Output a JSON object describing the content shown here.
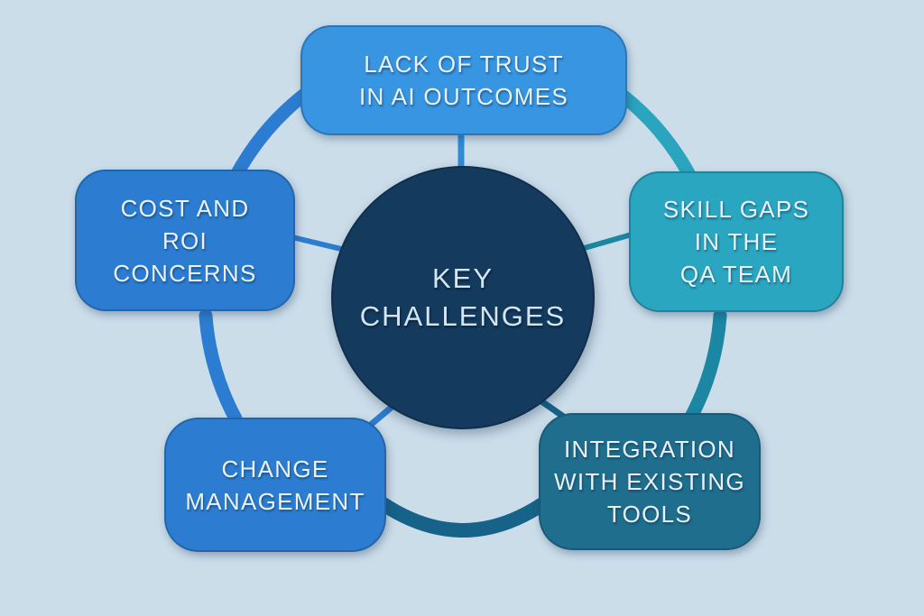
{
  "diagram": {
    "background_color": "#cbdde9",
    "label_text_color": "#e9f2f9",
    "hub": {
      "lines": [
        "KEY",
        "CHALLENGES"
      ],
      "color": "#143a5d",
      "text_color": "#d2e6f4"
    },
    "nodes": {
      "top": {
        "lines": [
          "LACK OF TRUST",
          "IN AI OUTCOMES"
        ],
        "color": "#3795e2"
      },
      "right": {
        "lines": [
          "SKILL GAPS",
          "IN THE",
          "QA TEAM"
        ],
        "color": "#2ba6c1"
      },
      "bottom_right": {
        "lines": [
          "INTEGRATION",
          "WITH EXISTING",
          "TOOLS"
        ],
        "color": "#1f6e8d"
      },
      "bottom_left": {
        "lines": [
          "CHANGE",
          "MANAGEMENT"
        ],
        "color": "#2c7dd1"
      },
      "left": {
        "lines": [
          "COST AND",
          "ROI",
          "CONCERNS"
        ],
        "color": "#2c7dd1"
      }
    },
    "connectors": {
      "arc_top_left_color": "#2c7dd1",
      "arc_top_right_color": "#2aa4bf",
      "arc_right_color": "#1b87a3",
      "arc_bottom_color": "#176289",
      "arc_left_color": "#2c7dd1",
      "spoke_top_color": "#2f8bd8",
      "spoke_right_color": "#1b87a3",
      "spoke_left_color": "#2c7dd1",
      "spoke_bottom_left_color": "#2c7dd1",
      "spoke_bottom_right_color": "#176289"
    }
  }
}
